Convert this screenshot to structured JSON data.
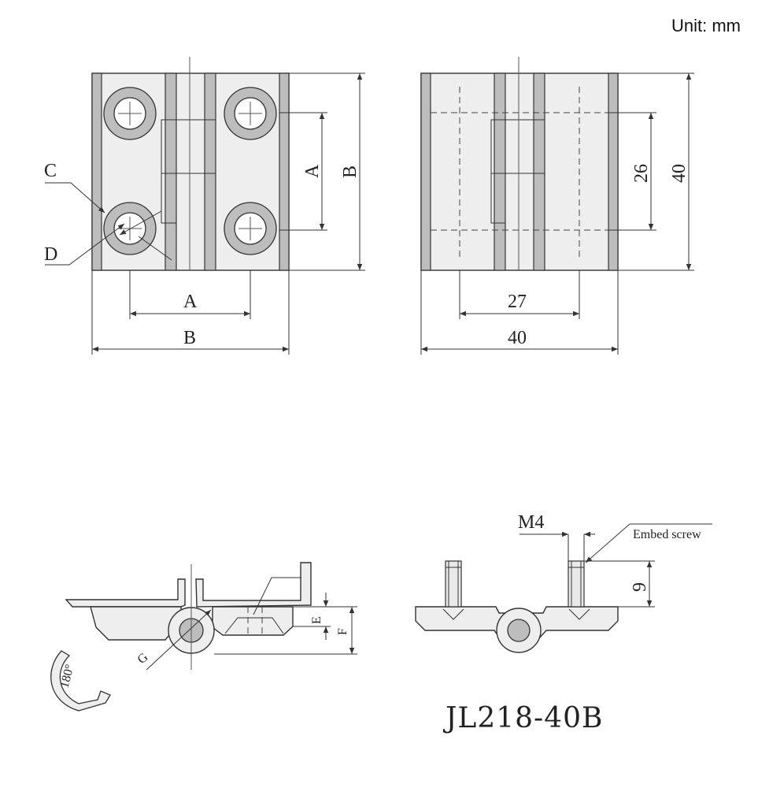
{
  "header": {
    "unit_label": "Unit: mm"
  },
  "model": {
    "name": "JL218-40B"
  },
  "front_view": {
    "labels": {
      "width": "B",
      "hole_spacing": "A",
      "height": "B",
      "hole_vertical": "A",
      "hole_c": "C",
      "hole_d": "D"
    }
  },
  "right_view": {
    "labels": {
      "width": "40",
      "hole_spacing": "27",
      "height": "40",
      "hole_vertical": "26"
    }
  },
  "side_view": {
    "labels": {
      "e": "E",
      "f": "F",
      "g": "G",
      "rotation": "180°"
    }
  },
  "side_view_b": {
    "labels": {
      "thread": "M4",
      "embed": "Embed screw",
      "stud_height": "9"
    }
  }
}
